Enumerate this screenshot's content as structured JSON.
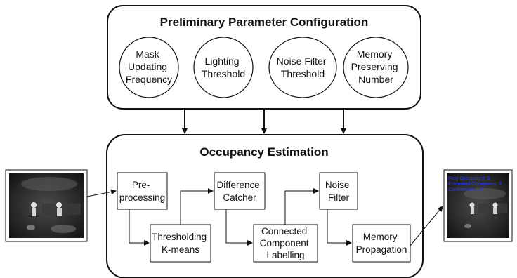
{
  "config": {
    "title": "Preliminary Parameter Configuration",
    "params": [
      {
        "lines": [
          "Mask",
          "Updating",
          "Frequency"
        ]
      },
      {
        "lines": [
          "Lighting",
          "Threshold"
        ]
      },
      {
        "lines": [
          "Noise Filter",
          "Threshold"
        ]
      },
      {
        "lines": [
          "Memory",
          "Preserving",
          "Number"
        ]
      }
    ]
  },
  "estimation": {
    "title": "Occupancy Estimation",
    "steps": {
      "preprocessing": [
        "Pre-",
        "processing"
      ],
      "thresholding": [
        "Thresholding",
        "K-means"
      ],
      "difference": [
        "Difference",
        "Catcher"
      ],
      "ccl": [
        "Connected",
        "Component",
        "Labelling"
      ],
      "noise": [
        "Noise",
        "Filter"
      ],
      "memory": [
        "Memory",
        "Propagation"
      ]
    }
  },
  "output_overlay": {
    "line1": "Real Occupancy: 3",
    "line2": "Estimated Occupancy: 3",
    "line3": "Confidence: 1.0"
  },
  "colors": {
    "stroke": "#111111",
    "overlay_text": "#2b3cff"
  }
}
